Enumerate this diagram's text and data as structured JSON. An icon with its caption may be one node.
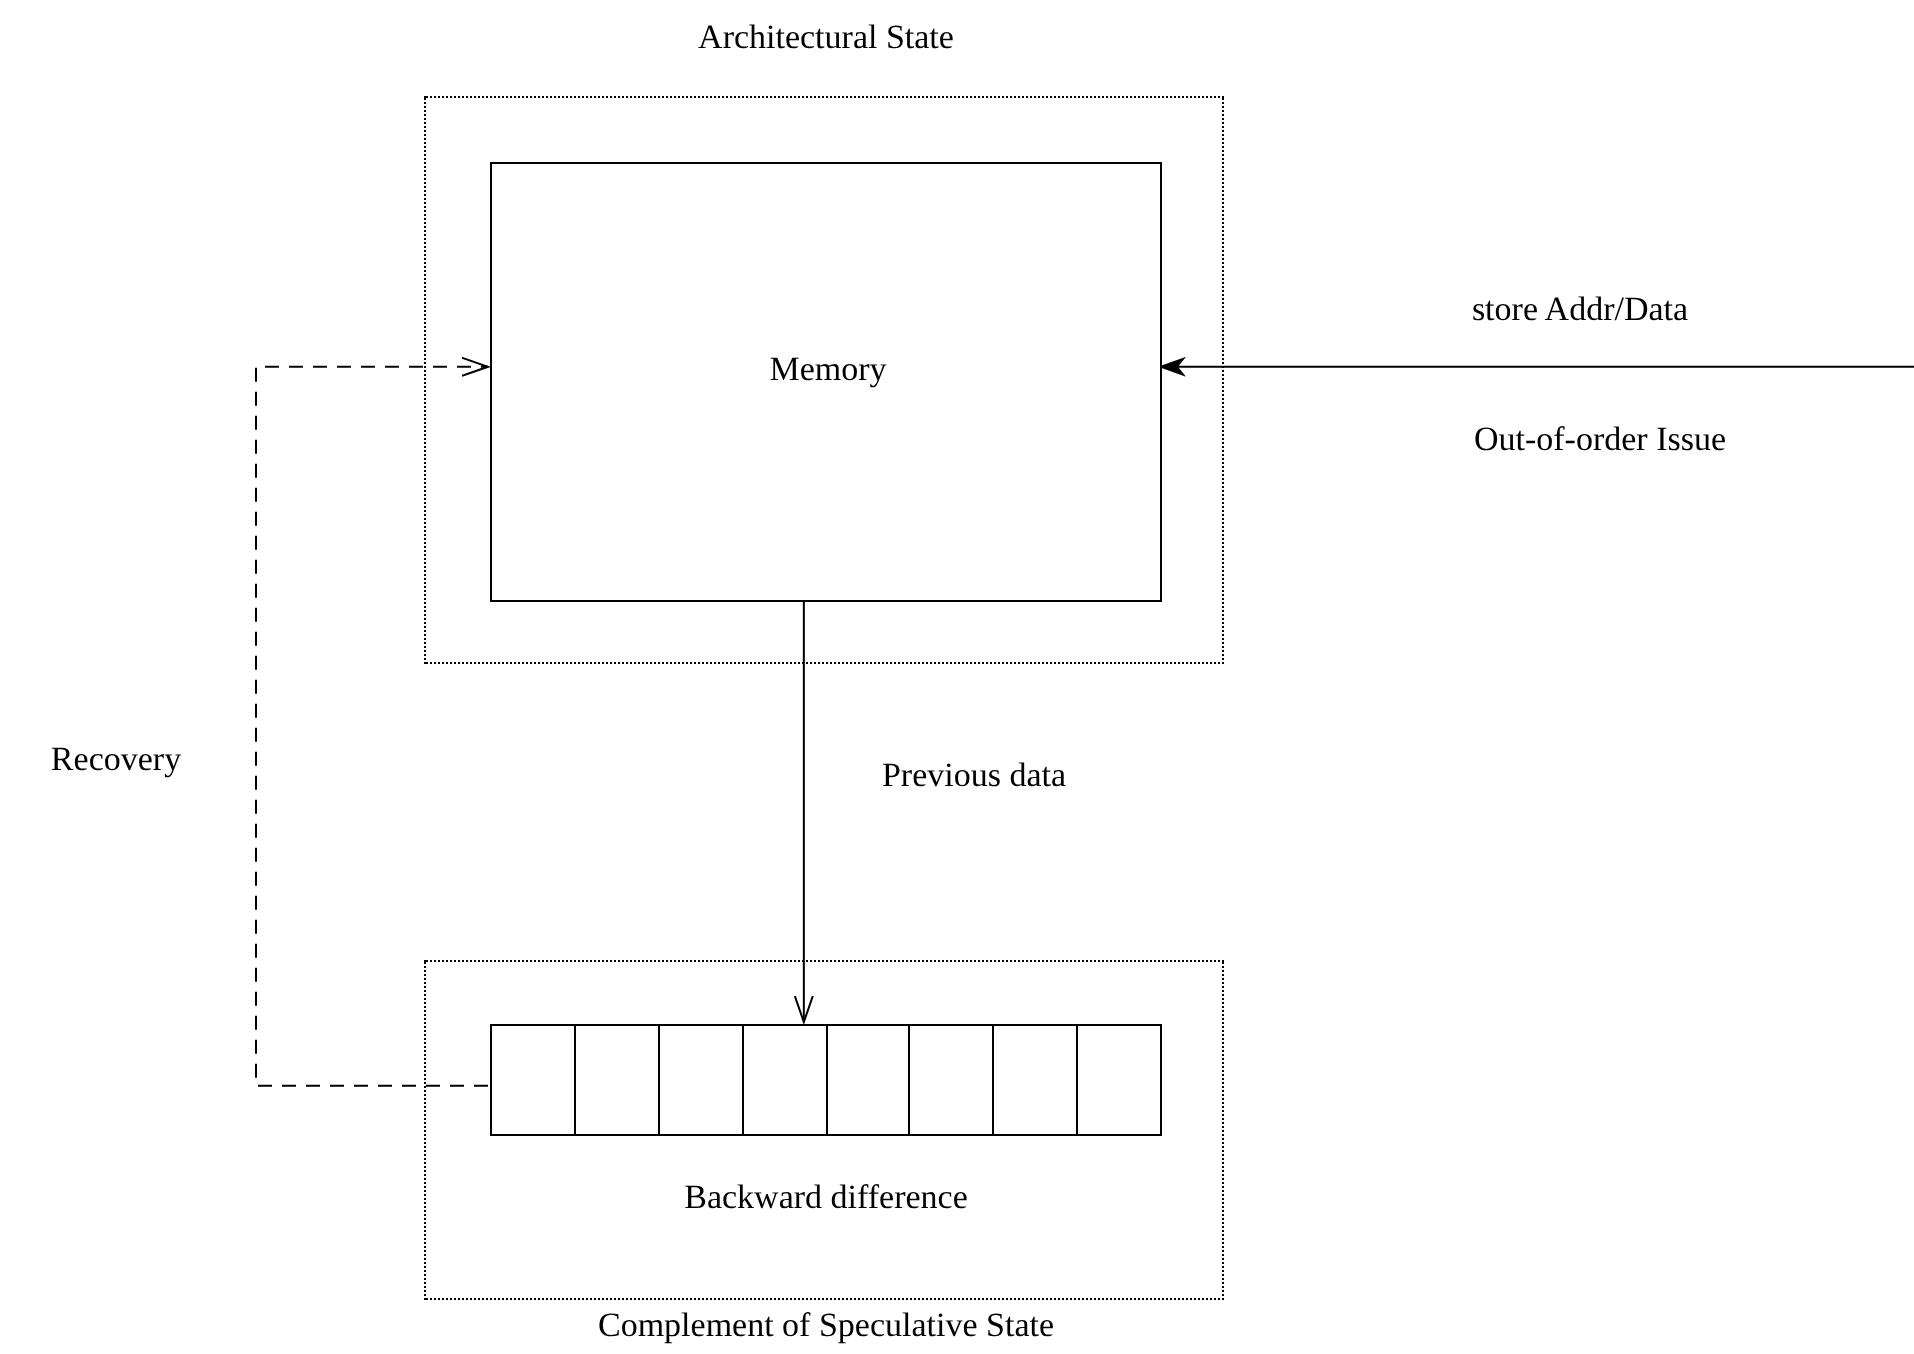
{
  "diagram": {
    "nodes": [
      {
        "text": [
          "Architectural State"
        ]
      },
      {
        "text": [
          "Memory"
        ],
        "in": 0
      },
      {
        "text": [
          "Backward difference",
          "Complement of Speculative State"
        ]
      },
      {
        "text": [],
        "shape": "box",
        "in": 2
      }
    ],
    "edges": [
      {
        "from": null,
        "to": 1,
        "arrow": "to",
        "label": "store Addr/Data"
      },
      {
        "from": 1,
        "to": 3,
        "arrow": "to",
        "label": "Previous data"
      },
      {
        "from": 3,
        "to": 1,
        "arrow": "to",
        "label": "Recovery",
        "style": "dashed"
      }
    ],
    "labels": [
      "Out-of-order Issue"
    ]
  }
}
